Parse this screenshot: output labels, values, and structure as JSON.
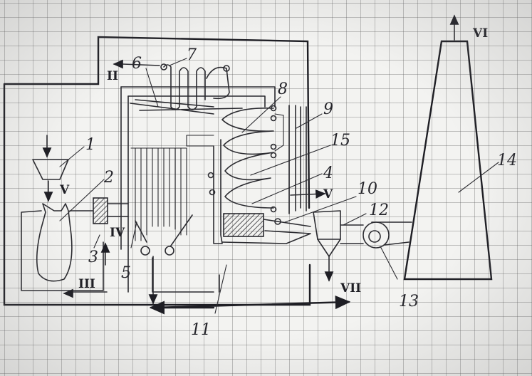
{
  "diagram": {
    "number_labels": [
      "1",
      "2",
      "3",
      "4",
      "5",
      "6",
      "7",
      "8",
      "9",
      "10",
      "11",
      "12",
      "13",
      "14",
      "15"
    ],
    "roman_labels": {
      "II": "II",
      "III": "III",
      "IV": "IV",
      "V_mill": "V",
      "V_flue": "V",
      "VI": "VI",
      "VII": "VII"
    }
  }
}
